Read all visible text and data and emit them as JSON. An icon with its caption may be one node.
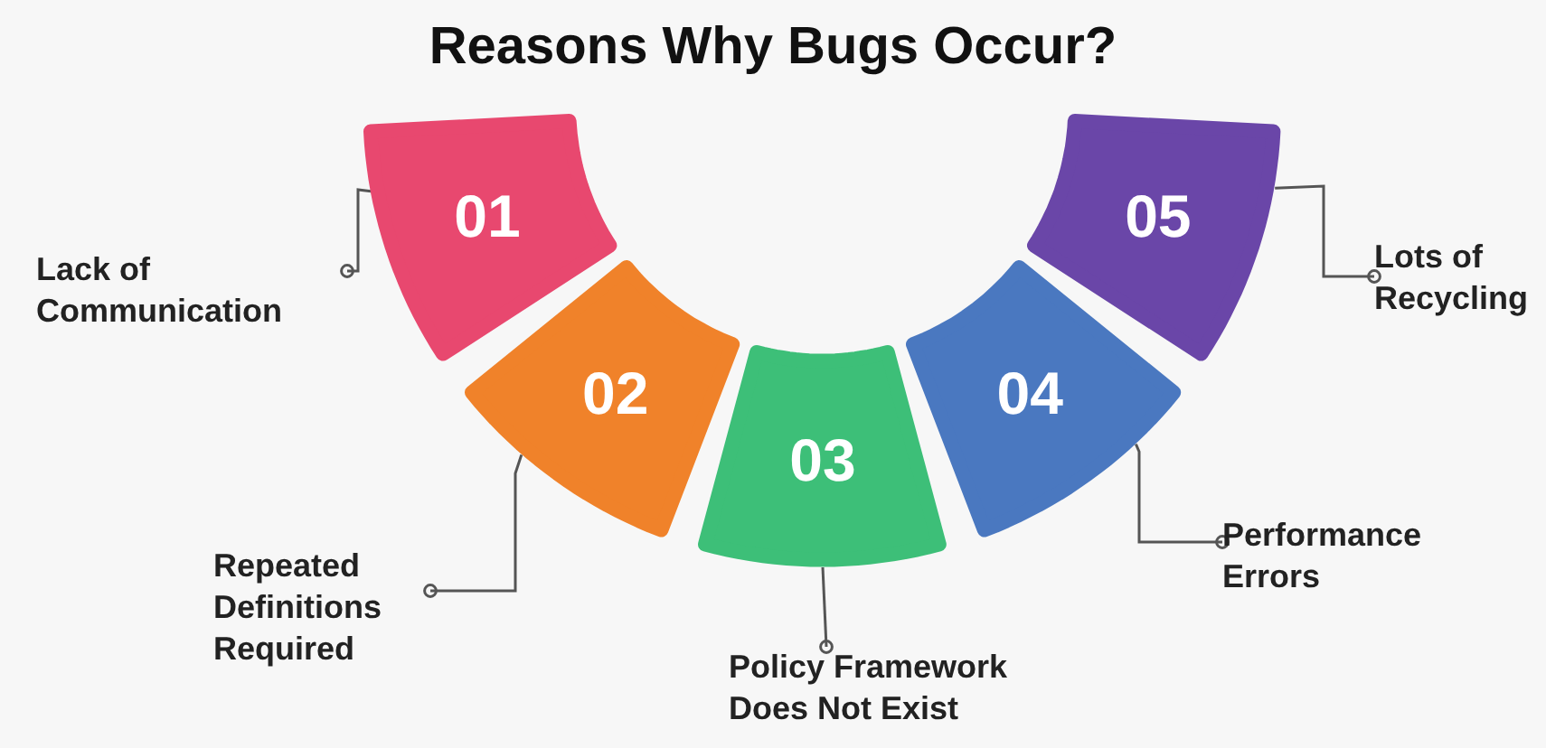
{
  "diagram": {
    "title": "Reasons Why Bugs Occur?",
    "nodes": [
      {
        "text": [
          "01"
        ]
      },
      {
        "text": [
          "02"
        ]
      },
      {
        "text": [
          "03"
        ]
      },
      {
        "text": [
          "04"
        ]
      },
      {
        "text": [
          "05"
        ]
      },
      {
        "text": [
          "Lack of Communication"
        ]
      },
      {
        "text": [
          "Repeated Definitions Required"
        ]
      },
      {
        "text": [
          "Policy Framework Does Not Exist"
        ]
      },
      {
        "text": [
          "Performance Errors"
        ]
      },
      {
        "text": [
          "Lots of Recycling"
        ]
      }
    ],
    "edges": [
      {
        "from": 5,
        "to": 0,
        "arrow": "other"
      },
      {
        "from": 6,
        "to": 1,
        "arrow": "other"
      },
      {
        "from": 7,
        "to": 2,
        "arrow": "other"
      },
      {
        "from": 8,
        "to": 3,
        "arrow": "other"
      },
      {
        "from": 9,
        "to": 4,
        "arrow": "other"
      }
    ]
  }
}
